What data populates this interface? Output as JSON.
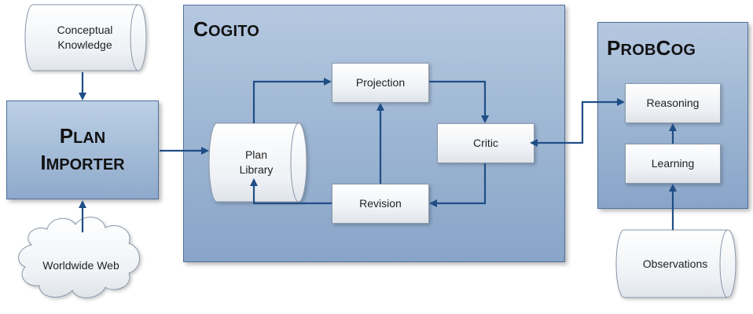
{
  "colors": {
    "panel_fill": "#a4bbd8",
    "panel_border": "#4f6f97",
    "node_fill": "#f2f4f7",
    "node_border": "#8a98aa",
    "arrow": "#1f4e86"
  },
  "conceptual_knowledge": {
    "label": "Conceptual\nKnowledge"
  },
  "plan_importer": {
    "line1_initial": "P",
    "line1_rest": "LAN",
    "line2_initial": "I",
    "line2_rest": "MPORTER"
  },
  "worldwide_web": {
    "label": "Worldwide Web"
  },
  "cogito": {
    "title_initial": "C",
    "title_rest": "OGITO",
    "plan_library": "Plan\nLibrary",
    "projection": "Projection",
    "critic": "Critic",
    "revision": "Revision"
  },
  "probcog": {
    "title_p": "P",
    "title_rob": "ROB",
    "title_c": "C",
    "title_og": "OG",
    "reasoning": "Reasoning",
    "learning": "Learning"
  },
  "observations": {
    "label": "Observations"
  }
}
